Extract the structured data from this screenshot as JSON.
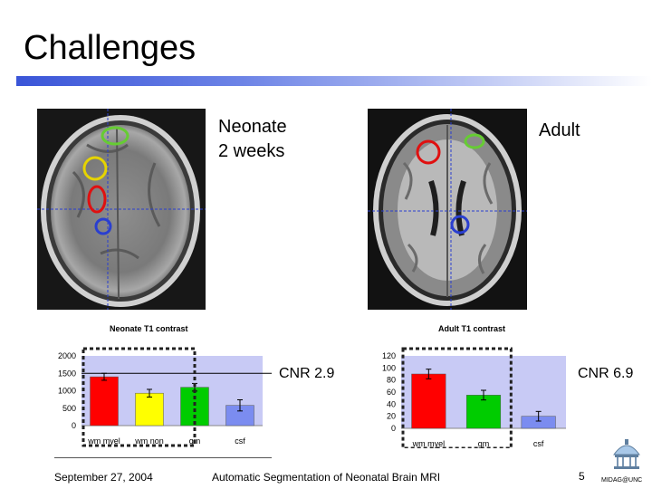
{
  "slide": {
    "title": "Challenges",
    "neonate_label_line1": "Neonate",
    "neonate_label_line2": "2 weeks",
    "adult_label": "Adult",
    "cnr_neonate": "CNR 2.9",
    "cnr_adult": "CNR 6.9",
    "footer_date": "September 27, 2004",
    "footer_title": "Automatic Segmentation of Neonatal Brain MRI",
    "page_number": "5",
    "logo_text": "MIDAG@UNC"
  },
  "colors": {
    "accent_bar": "#3a55d8",
    "wm_myel": "#ff0000",
    "wm_non": "#ffff00",
    "gm": "#00cc00",
    "csf": "#7b8cf0",
    "plot_bg": "#c8caf5"
  },
  "chart_data": [
    {
      "type": "bar",
      "title": "Neonate T1 contrast",
      "categories": [
        "wm myel",
        "wm non",
        "gm",
        "csf"
      ],
      "values": [
        1400,
        930,
        1100,
        580
      ],
      "errors": [
        100,
        110,
        110,
        160
      ],
      "ylim": [
        0,
        2000
      ],
      "yticks": [
        "0",
        "500",
        "1000",
        "1500",
        "2000"
      ],
      "reference_line": 1500,
      "grid": false,
      "legend": "none"
    },
    {
      "type": "bar",
      "title": "Adult T1 contrast",
      "categories": [
        "wm myel",
        "gm",
        "csf"
      ],
      "values": [
        90,
        55,
        20
      ],
      "errors": [
        8,
        8,
        8
      ],
      "ylim": [
        0,
        120
      ],
      "yticks": [
        "0",
        "20",
        "40",
        "60",
        "80",
        "100",
        "120"
      ],
      "grid": false,
      "legend": "none"
    }
  ]
}
